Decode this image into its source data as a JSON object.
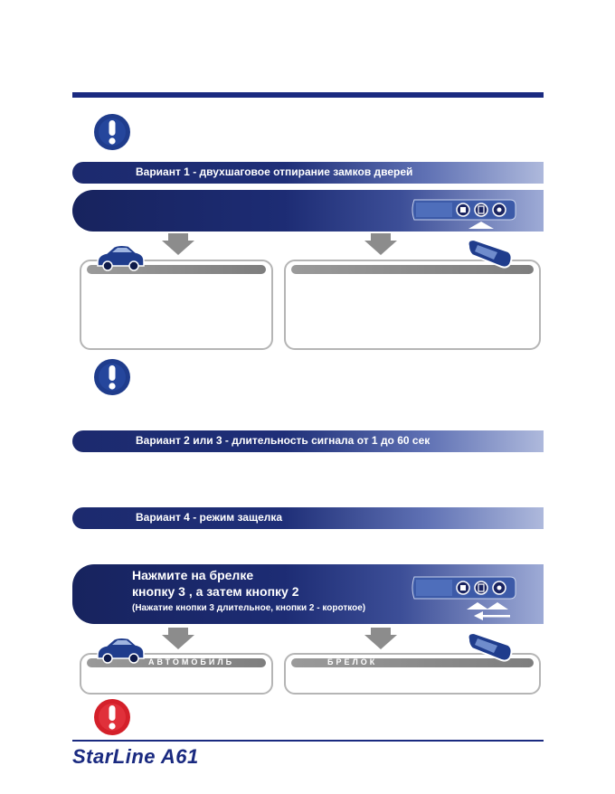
{
  "variant1": {
    "label": "Вариант 1 - двухшаговое отпирание замков дверей"
  },
  "variant23": {
    "label": "Вариант 2 или 3  - длительность сигнала от 1 до 60 сек"
  },
  "variant4": {
    "label": "Вариант 4 - режим защелка"
  },
  "instruction": {
    "line1": "Нажмите на брелке",
    "line2": "кнопку 3 , а затем кнопку 2",
    "note": "(Нажатие кнопки 3 длительное, кнопки 2 - короткое)"
  },
  "panels": {
    "car_label": "АВТОМОБИЛЬ",
    "fob_label": "БРЕЛОК"
  },
  "brand": "StarLine A61",
  "colors": {
    "primary": "#1a2a80",
    "warning_blue": "#1f3c8c",
    "warning_red": "#d4202a",
    "arrow": "#8c8c8c"
  }
}
